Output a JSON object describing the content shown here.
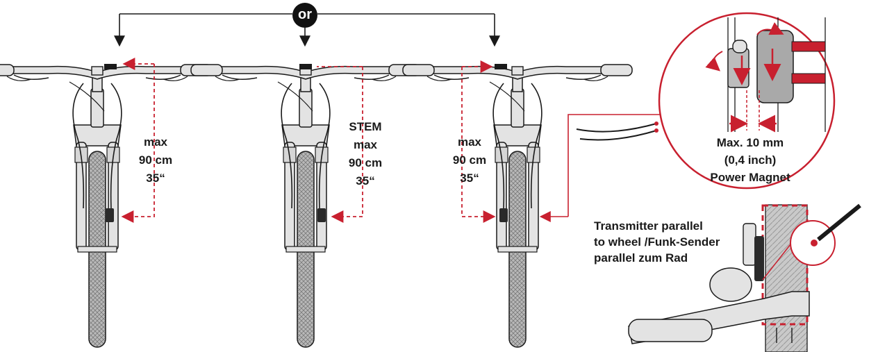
{
  "connector": {
    "label": "or"
  },
  "panels": [
    {
      "lines": [
        "max",
        "90 cm",
        "35“"
      ]
    },
    {
      "lines": [
        "STEM",
        "max",
        "90 cm",
        "35“"
      ]
    },
    {
      "lines": [
        "max",
        "90 cm",
        "35“"
      ]
    }
  ],
  "detail": {
    "lines": [
      "Max. 10 mm",
      "(0,4 inch)",
      "Power Magnet"
    ]
  },
  "transmitter_note": {
    "lines": [
      "Transmitter parallel",
      "to wheel /Funk-Sender",
      "parallel zum Rad"
    ]
  },
  "colors": {
    "accent": "#c8202f",
    "line": "#1a1a1a",
    "part_fill": "#e3e3e3",
    "tire_fill": "#b9b9b9"
  }
}
